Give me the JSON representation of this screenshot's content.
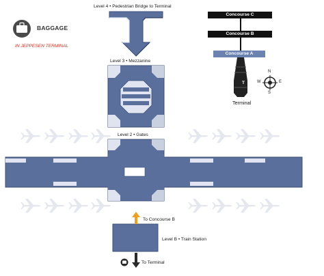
{
  "badge": {
    "title": "BAGGAGE",
    "subtitle": "IN JEPPESEN TERMINAL",
    "icon": "luggage-icon"
  },
  "levels": {
    "level4": "Level 4  •  Pedestrian Bridge to Terminal",
    "level3": "Level 3  •  Mezzanine",
    "level2": "Level 2  •  Gates",
    "levelB": "Level B  •  Train Station"
  },
  "train_directions": {
    "to_concourse": "To Concourse B",
    "to_terminal": "To Terminal"
  },
  "key_map": {
    "concourses": [
      "Concourse C",
      "Concourse B",
      "Concourse A"
    ],
    "terminal_marker": "T",
    "terminal_label": "Terminal",
    "compass": {
      "north": "N",
      "south": "S",
      "east": "E",
      "west": "W"
    }
  },
  "colors": {
    "building_fill": "#5a6f9c",
    "building_edge": "#3c4f78",
    "walkway_light": "#dfe4f0",
    "arrow_up": "#f0a020",
    "concourse_dark": "#111111",
    "concourse_a": "#6c82b0",
    "plane_watermark": "#e4e8ee",
    "subtitle_red": "#e03020"
  }
}
